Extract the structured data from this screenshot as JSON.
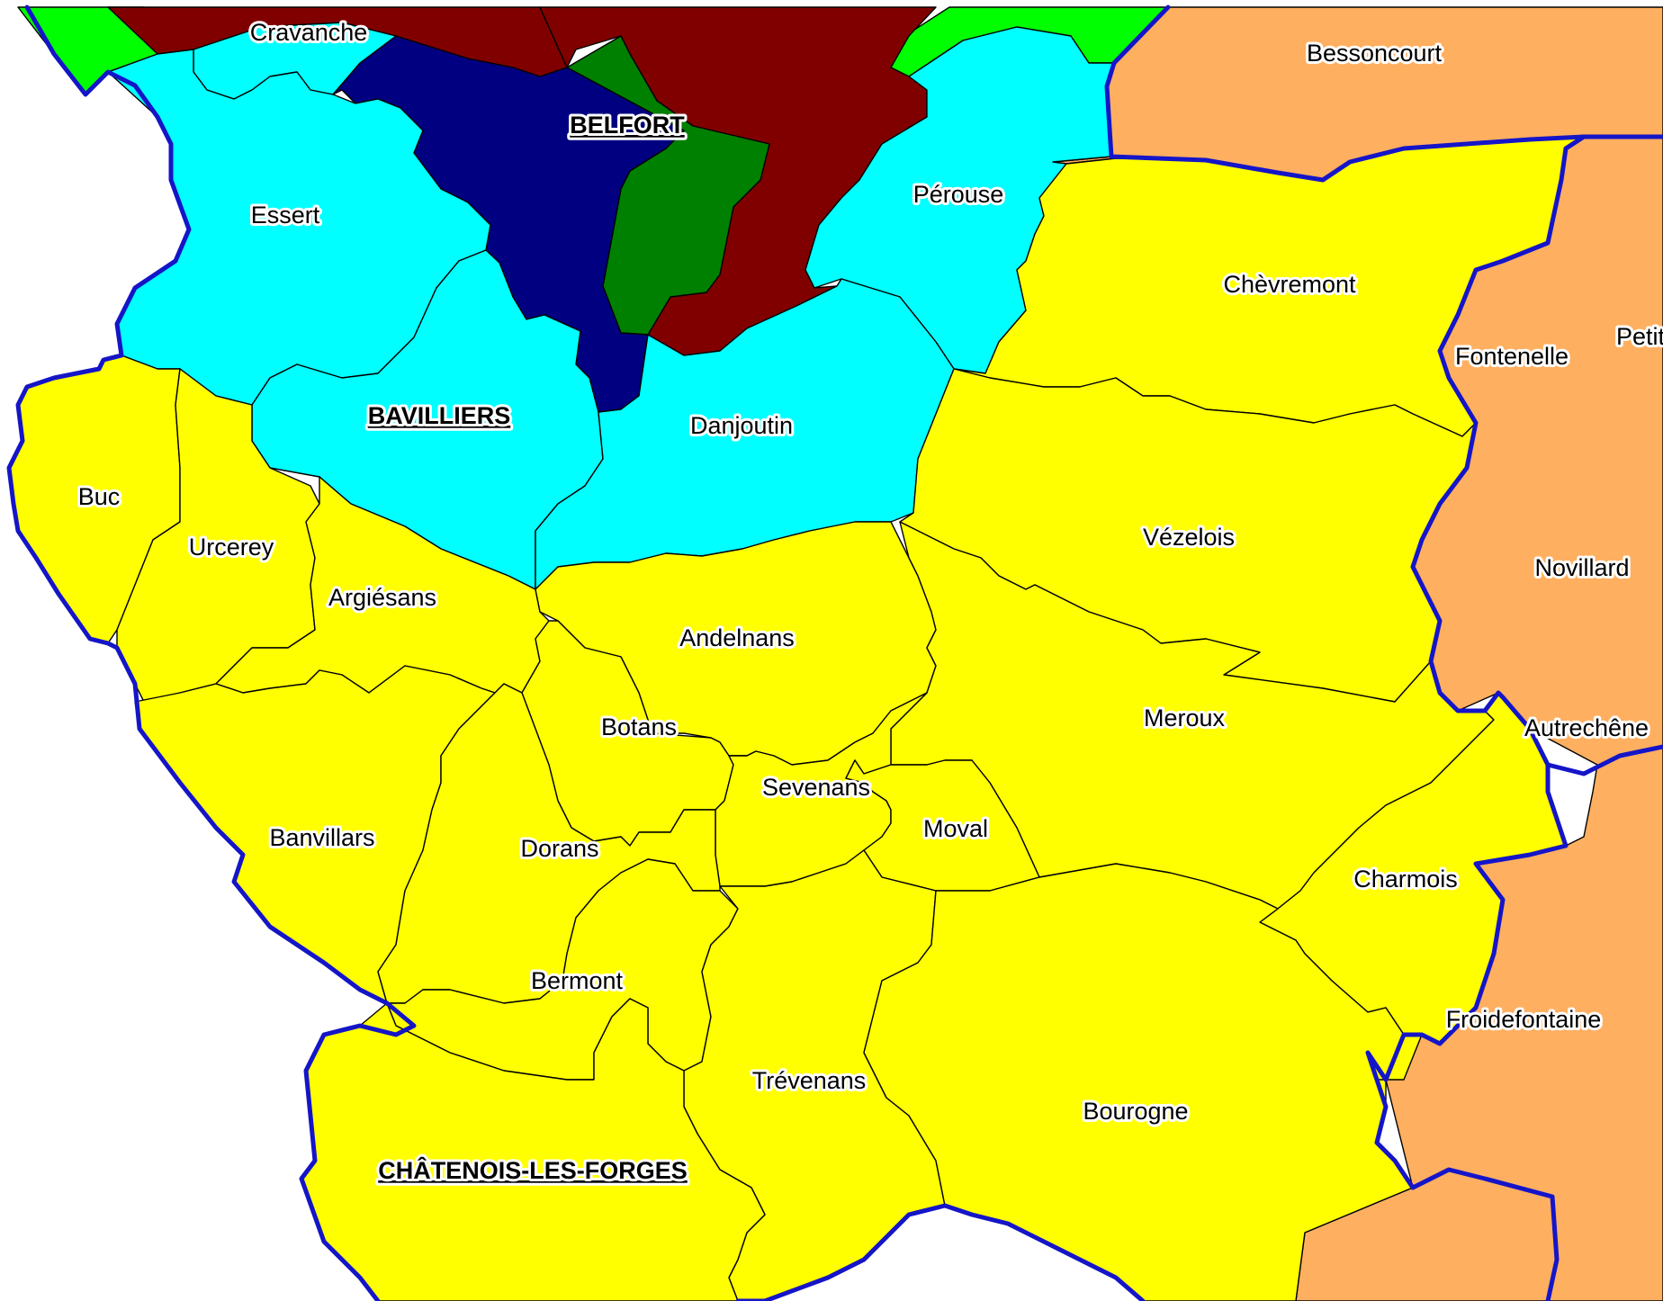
{
  "colors": {
    "yellow": "#ffff00",
    "cyan": "#00ffff",
    "navy": "#000080",
    "dark_green": "#008000",
    "dark_red": "#800000",
    "light_green": "#00ff00",
    "orange": "#ffaf60",
    "boundary": "#1515c8",
    "background": "#ffffff"
  },
  "communes": {
    "cravanche": "Cravanche",
    "belfort": "BELFORT",
    "bessoncourt": "Bessoncourt",
    "essert": "Essert",
    "perouse": "Pérouse",
    "chevremont": "Chèvremont",
    "fontenelle": "Fontenelle",
    "petit": "Petit",
    "bavilliers": "BAVILLIERS",
    "danjoutin": "Danjoutin",
    "buc": "Buc",
    "urcerey": "Urcerey",
    "vezelois": "Vézelois",
    "novillard": "Novillard",
    "argiesans": "Argiésans",
    "andelnans": "Andelnans",
    "meroux": "Meroux",
    "botans": "Botans",
    "autrechene": "Autrechêne",
    "sevenans": "Sevenans",
    "moval": "Moval",
    "banvillars": "Banvillars",
    "dorans": "Dorans",
    "charmois": "Charmois",
    "bermont": "Bermont",
    "froidefontaine": "Froidefontaine",
    "trevenans": "Trévenans",
    "bourogne": "Bourogne",
    "chatenois": "CHÂTENOIS-LES-FORGES"
  }
}
